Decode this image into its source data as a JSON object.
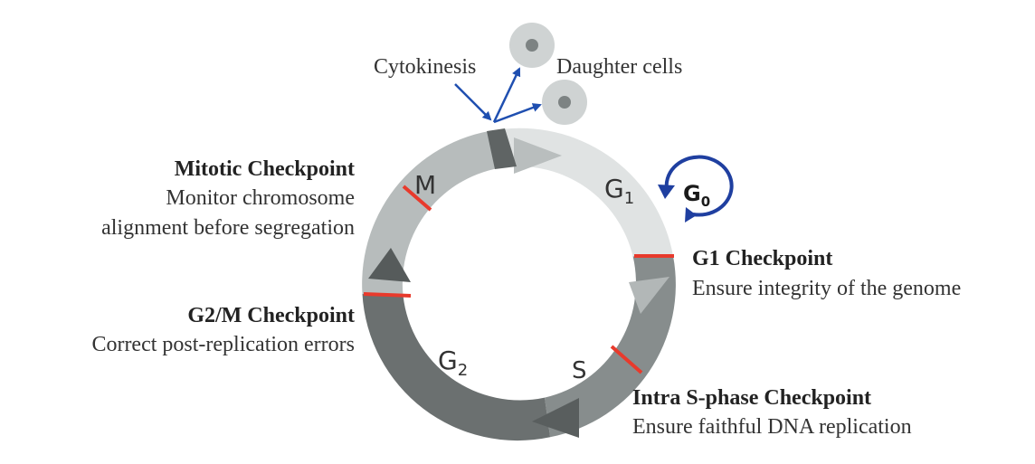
{
  "top_labels": {
    "cytokinesis": "Cytokinesis",
    "daughter_cells": "Daughter cells"
  },
  "phases": {
    "g1": "G",
    "g1_sub": "1",
    "s": "S",
    "g2": "G",
    "g2_sub": "2",
    "m": "M",
    "g0": "G",
    "g0_sub": "0"
  },
  "checkpoints": {
    "mitotic": {
      "title": "Mitotic Checkpoint",
      "line1": "Monitor chromosome",
      "line2": "alignment before segregation"
    },
    "g2m": {
      "title": "G2/M Checkpoint",
      "line1": "Correct post-replication errors"
    },
    "g1": {
      "title": "G1 Checkpoint",
      "line1": "Ensure integrity of the genome"
    },
    "intra_s": {
      "title": "Intra S-phase Checkpoint",
      "line1": "Ensure faithful DNA replication"
    }
  },
  "colors": {
    "g1_phase": "#e0e3e3",
    "s_phase": "#878d8d",
    "g2_phase": "#6b7070",
    "m_phase": "#b7bcbc",
    "checkpoint_mark": "#e83a2c",
    "g0_loop": "#1f3fa0",
    "arrow_blue": "#1f4fb0",
    "cytokinesis_bar": "#5f6464",
    "cell_outer": "#cfd3d3",
    "cell_nucleus": "#7d8383"
  }
}
